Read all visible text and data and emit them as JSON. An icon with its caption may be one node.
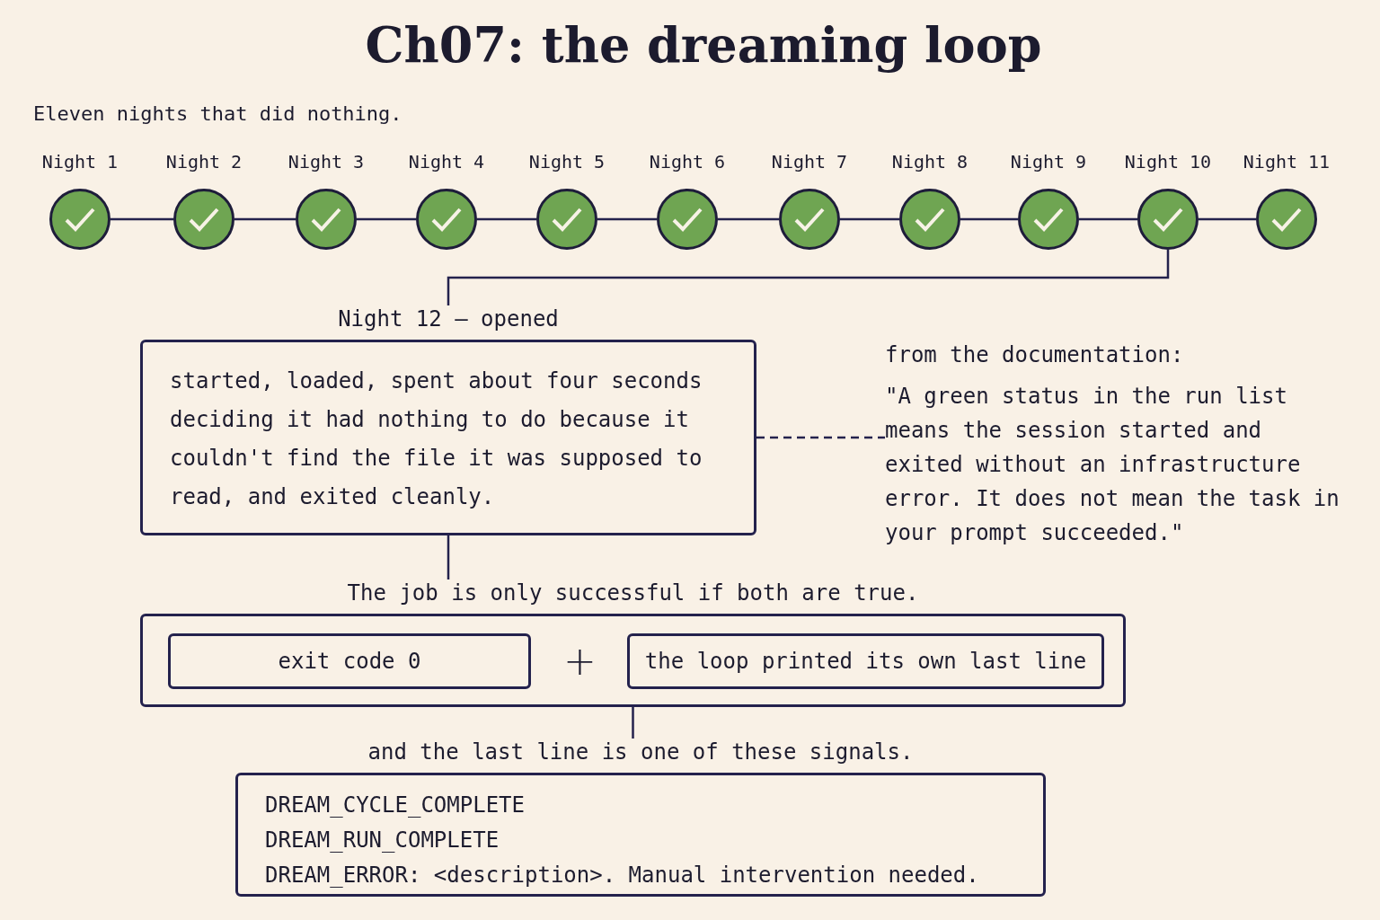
{
  "diagram": {
    "title": "Ch07: the dreaming loop",
    "nodes": [
      {
        "text": [
          "Night 1"
        ]
      },
      {
        "text": [
          "Night 2"
        ]
      },
      {
        "text": [
          "Night 3"
        ]
      },
      {
        "text": [
          "Night 4"
        ]
      },
      {
        "text": [
          "Night 5"
        ]
      },
      {
        "text": [
          "Night 6"
        ]
      },
      {
        "text": [
          "Night 7"
        ]
      },
      {
        "text": [
          "Night 8"
        ]
      },
      {
        "text": [
          "Night 9"
        ]
      },
      {
        "text": [
          "Night 10"
        ]
      },
      {
        "text": [
          "Night 11"
        ]
      },
      {
        "text": [
          "Night 12 — opened",
          "started, loaded, spent about four seconds deciding it had nothing to do because it couldn't find the file it was supposed to read, and exited cleanly."
        ]
      },
      {
        "text": [
          "from the documentation:",
          "\"A green status in the run list means the session started and exited without an infrastructure error. It does not mean the task in your prompt succeeded.\""
        ]
      },
      {
        "text": [
          "The job is only successful if both are true."
        ]
      },
      {
        "text": [
          "exit code 0"
        ],
        "in": 13
      },
      {
        "text": [
          "the loop printed its own last line"
        ],
        "in": 13
      },
      {
        "text": [
          "and the last line is one of these signals.",
          "DREAM_CYCLE_COMPLETE",
          "DREAM_RUN_COMPLETE",
          "DREAM_ERROR: <description>. Manual intervention needed."
        ]
      }
    ],
    "edges": [
      {
        "from": 0,
        "to": 1,
        "arrow": "none"
      },
      {
        "from": 1,
        "to": 2,
        "arrow": "none"
      },
      {
        "from": 2,
        "to": 3,
        "arrow": "none"
      },
      {
        "from": 3,
        "to": 4,
        "arrow": "none"
      },
      {
        "from": 4,
        "to": 5,
        "arrow": "none"
      },
      {
        "from": 5,
        "to": 6,
        "arrow": "none"
      },
      {
        "from": 6,
        "to": 7,
        "arrow": "none"
      },
      {
        "from": 7,
        "to": 8,
        "arrow": "none"
      },
      {
        "from": 8,
        "to": 9,
        "arrow": "none"
      },
      {
        "from": 9,
        "to": 10,
        "arrow": "none"
      },
      {
        "from": 9,
        "to": 11,
        "arrow": "none"
      },
      {
        "from": 11,
        "to": 12,
        "arrow": "none",
        "style": "dashed"
      },
      {
        "from": 11,
        "to": 13,
        "arrow": "none"
      },
      {
        "from": 13,
        "to": 16,
        "arrow": "none"
      }
    ],
    "labels": [
      "Eleven nights that did nothing.",
      "+"
    ]
  }
}
